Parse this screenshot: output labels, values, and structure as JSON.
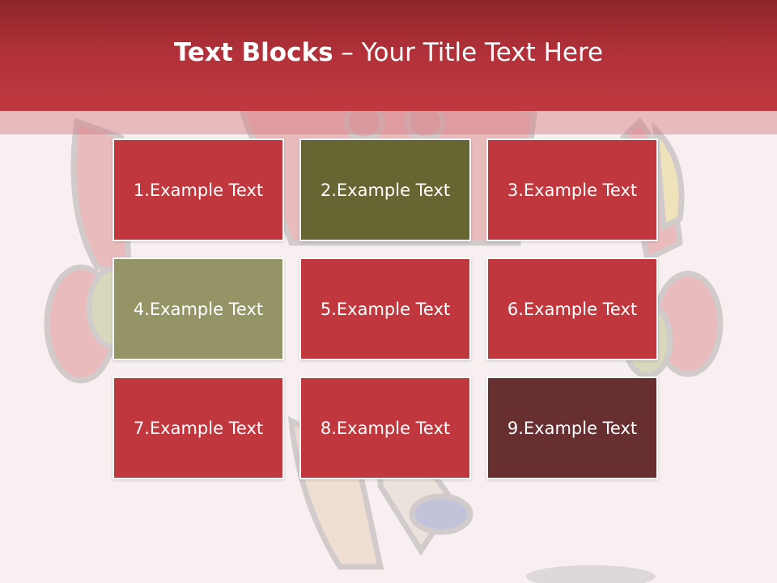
{
  "title": {
    "bold": "Text Blocks",
    "dash": " – ",
    "rest": "Your Title Text Here"
  },
  "blocks": [
    {
      "label": "1.Example Text",
      "color": "#c0383d"
    },
    {
      "label": "2.Example Text",
      "color": "#676633"
    },
    {
      "label": "3.Example Text",
      "color": "#c0383d"
    },
    {
      "label": "4.Example Text",
      "color": "#959466"
    },
    {
      "label": "5.Example Text",
      "color": "#c0383d"
    },
    {
      "label": "6.Example Text",
      "color": "#c0383d"
    },
    {
      "label": "7.Example Text",
      "color": "#c0383d"
    },
    {
      "label": "8.Example Text",
      "color": "#c0383d"
    },
    {
      "label": "9.Example Text",
      "color": "#672f30"
    }
  ],
  "colors": {
    "header": "#b3313a",
    "background": "#f8f0f0"
  }
}
